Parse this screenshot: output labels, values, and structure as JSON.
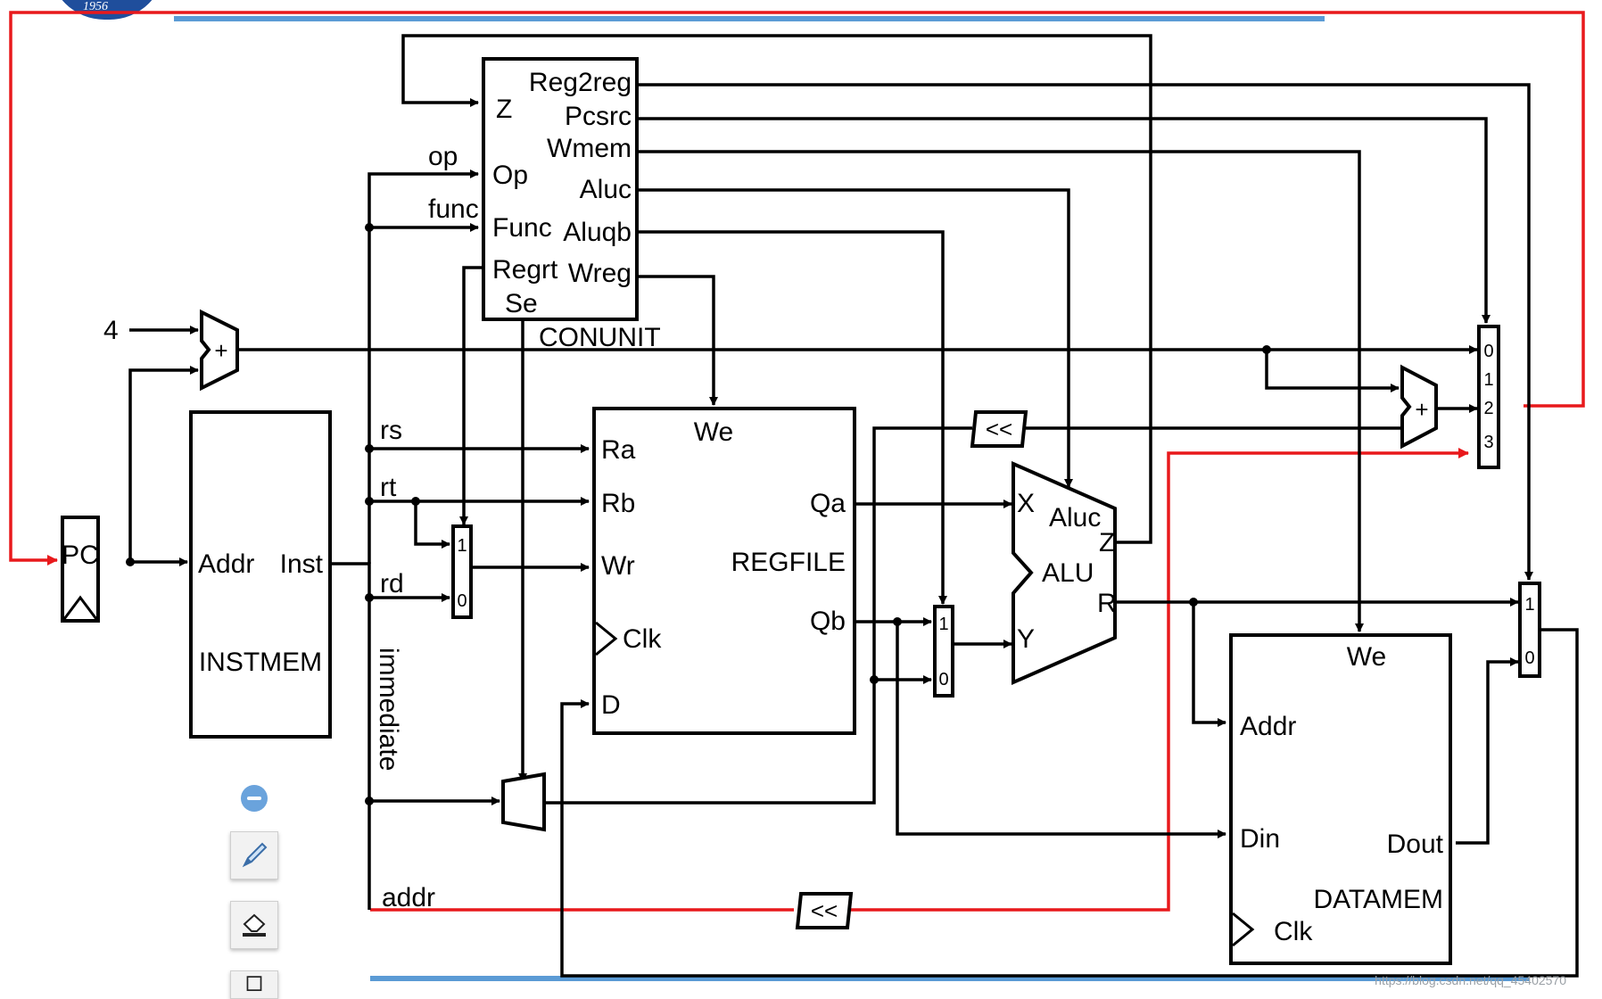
{
  "logo": {
    "year": "1956"
  },
  "watermark": "https://blog.csdn.net/qq_45402570",
  "toolbar": {
    "icons": [
      "zoom-out-icon",
      "pen-icon",
      "eraser-icon",
      "frame-icon"
    ]
  },
  "labels": {
    "conunit": {
      "name": "CONUNIT",
      "inputs": [
        "Z",
        "Op",
        "Func",
        "Regrt",
        "Se"
      ],
      "outputs": [
        "Reg2reg",
        "Pcsrc",
        "Wmem",
        "Aluc",
        "Aluqb",
        "Wreg"
      ],
      "op": "op",
      "func": "func"
    },
    "pc": "PC",
    "four": "4",
    "plus": "+",
    "instmem": {
      "name": "INSTMEM",
      "addr": "Addr",
      "inst": "Inst"
    },
    "fields": {
      "rs": "rs",
      "rt": "rt",
      "rd": "rd",
      "immediate": "immediate",
      "addr": "addr"
    },
    "regfile": {
      "name": "REGFILE",
      "ra": "Ra",
      "rb": "Rb",
      "wr": "Wr",
      "clk": "Clk",
      "d": "D",
      "we": "We",
      "qa": "Qa",
      "qb": "Qb"
    },
    "alu": {
      "name": "ALU",
      "x": "X",
      "y": "Y",
      "aluc": "Aluc",
      "z": "Z",
      "r": "R"
    },
    "datamem": {
      "name": "DATAMEM",
      "we": "We",
      "addr": "Addr",
      "din": "Din",
      "dout": "Dout",
      "clk": "Clk"
    },
    "shift": "<<",
    "mux": {
      "zero": "0",
      "one": "1",
      "two": "2",
      "three": "3"
    }
  },
  "colors": {
    "wire": "#000000",
    "pc_path": "#e8191c",
    "accent_bar": "#5b9bd5"
  }
}
